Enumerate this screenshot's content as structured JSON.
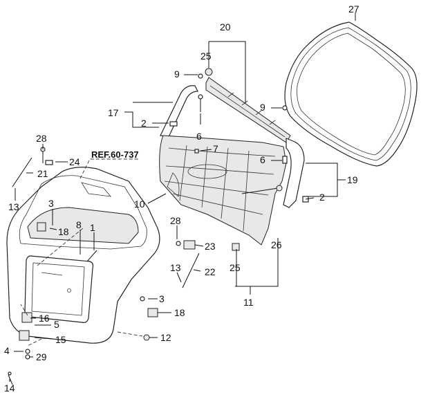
{
  "reference_label": "REF.60-737",
  "callouts": {
    "c27": "27",
    "c20": "20",
    "c25a": "25",
    "c9a": "9",
    "c9b": "9",
    "c17": "17",
    "c2a": "2",
    "c6a": "6",
    "c6b": "6",
    "c7": "7",
    "c28a": "28",
    "c24": "24",
    "c21": "21",
    "c13a": "13",
    "c10": "10",
    "c19": "19",
    "c2b": "2",
    "c3a": "3",
    "c18a": "18",
    "c8": "8",
    "c1": "1",
    "c28b": "28",
    "c23": "23",
    "c26": "26",
    "c13b": "13",
    "c22": "22",
    "c25b": "25",
    "c11": "11",
    "c3b": "3",
    "c18b": "18",
    "c16": "16",
    "c5": "5",
    "c15": "15",
    "c12": "12",
    "c4": "4",
    "c29": "29",
    "c14": "14"
  }
}
